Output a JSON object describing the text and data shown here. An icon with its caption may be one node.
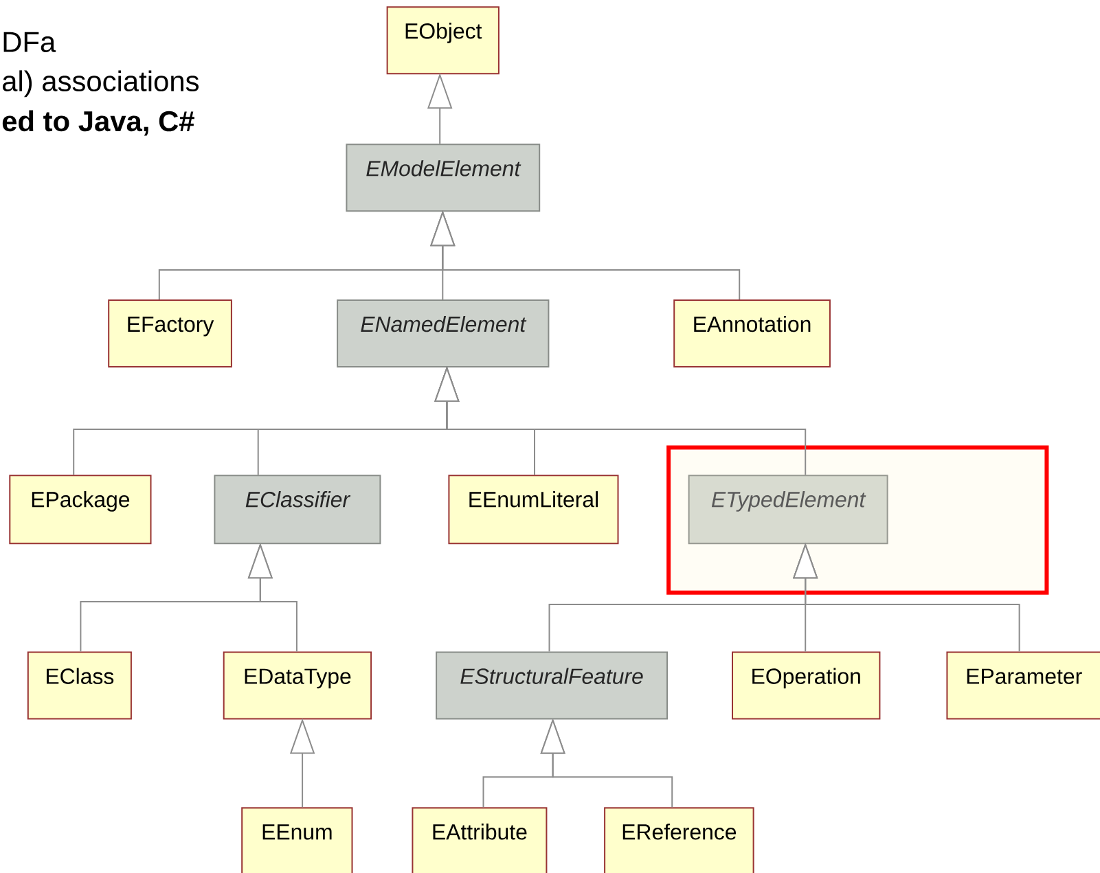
{
  "diagram": {
    "nodes": [
      {
        "text": [
          "EObject"
        ]
      },
      {
        "text": [
          "EModelElement"
        ]
      },
      {
        "text": [
          "EFactory"
        ]
      },
      {
        "text": [
          "ENamedElement"
        ]
      },
      {
        "text": [
          "EAnnotation"
        ]
      },
      {
        "text": [
          "EPackage"
        ]
      },
      {
        "text": [
          "EClassifier"
        ]
      },
      {
        "text": [
          "EEnumLiteral"
        ]
      },
      {
        "text": [
          "ETypedElement"
        ]
      },
      {
        "text": [
          "EClass"
        ]
      },
      {
        "text": [
          "EDataType"
        ]
      },
      {
        "text": [
          "EStructuralFeature"
        ]
      },
      {
        "text": [
          "EOperation"
        ]
      },
      {
        "text": [
          "EParameter"
        ]
      },
      {
        "text": [
          "EEnum"
        ]
      },
      {
        "text": [
          "EAttribute"
        ]
      },
      {
        "text": [
          "EReference"
        ]
      }
    ],
    "edges": [
      {
        "from": 1,
        "to": 0,
        "arrow": "to"
      },
      {
        "from": 2,
        "to": 1,
        "arrow": "to"
      },
      {
        "from": 3,
        "to": 1,
        "arrow": "to"
      },
      {
        "from": 4,
        "to": 1,
        "arrow": "to"
      },
      {
        "from": 5,
        "to": 3,
        "arrow": "to"
      },
      {
        "from": 6,
        "to": 3,
        "arrow": "to"
      },
      {
        "from": 7,
        "to": 3,
        "arrow": "to"
      },
      {
        "from": 8,
        "to": 3,
        "arrow": "to"
      },
      {
        "from": 9,
        "to": 6,
        "arrow": "to"
      },
      {
        "from": 10,
        "to": 6,
        "arrow": "to"
      },
      {
        "from": 11,
        "to": 8,
        "arrow": "to"
      },
      {
        "from": 12,
        "to": 8,
        "arrow": "to"
      },
      {
        "from": 13,
        "to": 8,
        "arrow": "to"
      },
      {
        "from": 14,
        "to": 10,
        "arrow": "to"
      },
      {
        "from": 15,
        "to": 11,
        "arrow": "to"
      },
      {
        "from": 16,
        "to": 11,
        "arrow": "to"
      }
    ],
    "labels": [
      "DFa",
      "al) associations",
      "ed to Java, C#"
    ]
  }
}
